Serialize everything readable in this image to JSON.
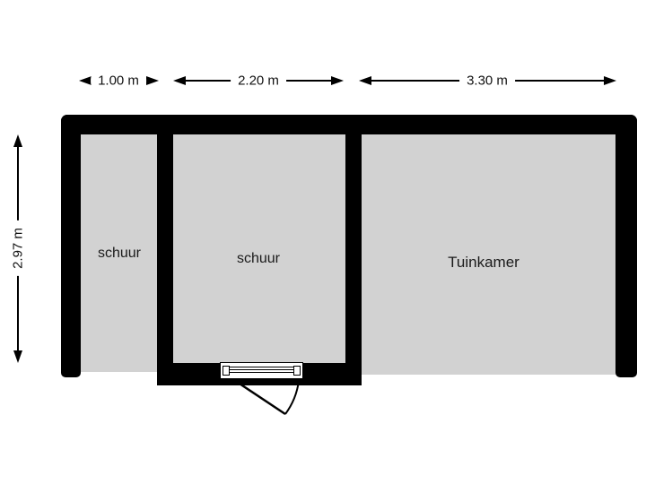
{
  "floorplan": {
    "rooms": [
      {
        "name": "schuur",
        "width_label": "1.00 m"
      },
      {
        "name": "schuur",
        "width_label": "2.20 m"
      },
      {
        "name": "Tuinkamer",
        "width_label": "3.30 m"
      }
    ],
    "height_label": "2.97 m",
    "unit": "m",
    "door": {
      "location": "bottom wall of middle room",
      "type": "single-swing-outward"
    },
    "colors": {
      "wall": "#000000",
      "floor": "#d2d2d2",
      "background": "#ffffff",
      "text": "#1b1b1b"
    }
  }
}
